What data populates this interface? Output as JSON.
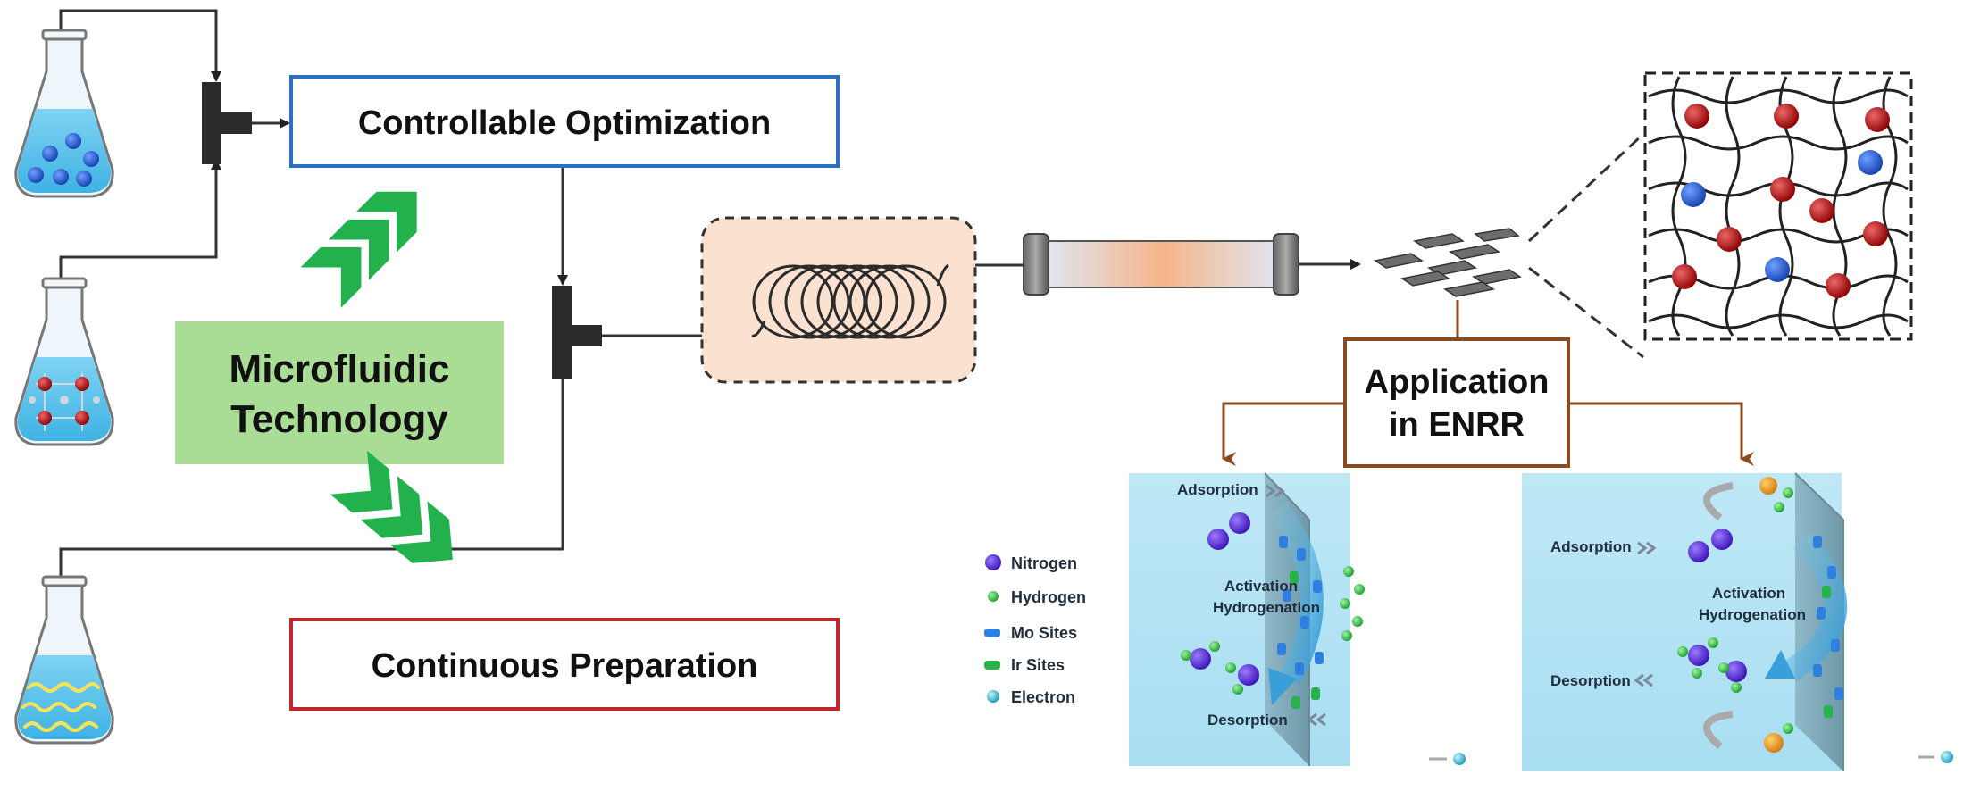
{
  "labels": {
    "controllable_optimization": "Controllable Optimization",
    "continuous_preparation": "Continuous Preparation",
    "microfluidic_line1": "Microfluidic",
    "microfluidic_line2": "Technology",
    "application_line1": "Application",
    "application_line2": "in ENRR"
  },
  "legend": {
    "items": [
      {
        "label": "Nitrogen",
        "color": "#5b2fd1",
        "shape": "sphere"
      },
      {
        "label": "Hydrogen",
        "color": "#22c43a",
        "shape": "dot"
      },
      {
        "label": "Mo Sites",
        "color": "#2f7fe0",
        "shape": "pill"
      },
      {
        "label": "Ir Sites",
        "color": "#27b24a",
        "shape": "pill"
      },
      {
        "label": "Electron",
        "color": "#19b9d6",
        "shape": "sphere"
      }
    ]
  },
  "panels": {
    "left": {
      "adsorption": "Adsorption",
      "activation": "Activation",
      "hydrogenation": "Hydrogenation",
      "desorption": "Desorption"
    },
    "right": {
      "adsorption": "Adsorption",
      "activation": "Activation",
      "hydrogenation": "Hydrogenation",
      "desorption": "Desorption"
    }
  },
  "colors": {
    "optimization_border": "#2a6fc0",
    "preparation_border": "#c0262b",
    "application_border": "#8a4a1f",
    "microfluidic_fill": "#a9dd96",
    "chevron_green": "#23b14d",
    "tube_line": "#333333",
    "lattice_red": "#b01313",
    "lattice_blue": "#1f55d6"
  }
}
